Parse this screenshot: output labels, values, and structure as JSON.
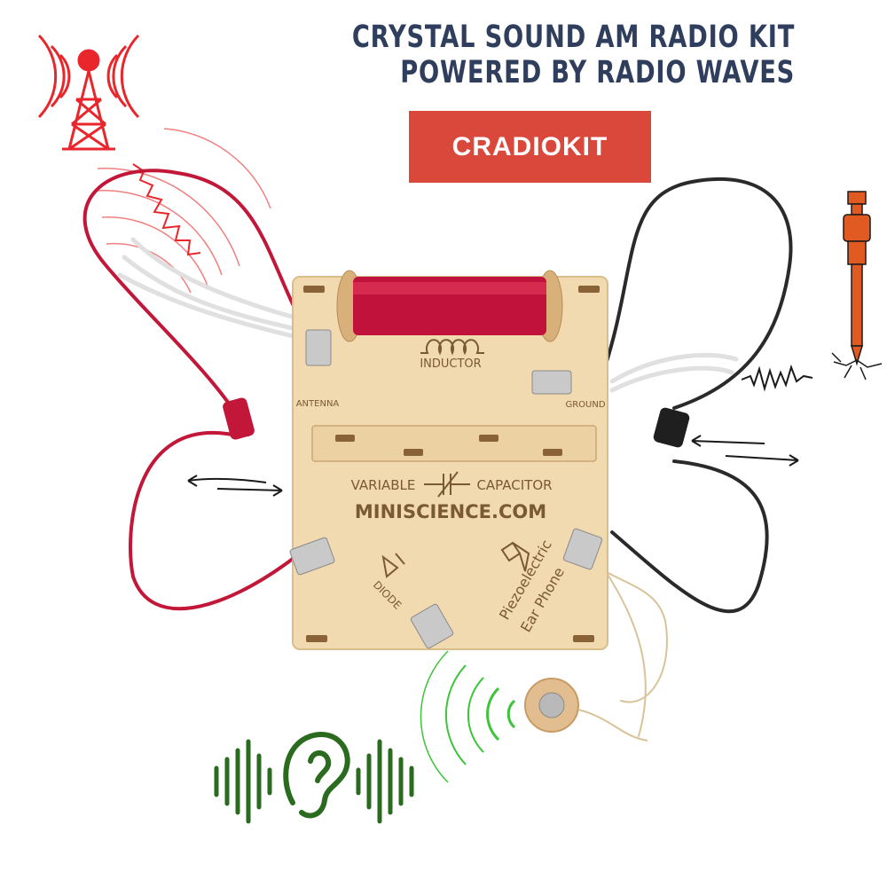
{
  "title": {
    "line1": "CRYSTAL SOUND AM RADIO KIT",
    "line2": "POWERED BY RADIO WAVES"
  },
  "brand_badge": "CRADIOKIT",
  "board": {
    "inductor_label": "INDUCTOR",
    "antenna_label": "ANTENNA",
    "ground_label": "GROUND",
    "capacitor_label_left": "VARIABLE",
    "capacitor_label_right": "CAPACITOR",
    "website": "MINISCIENCE.COM",
    "diode_label": "DIODE",
    "earphone_label_1": "Piezoelectric",
    "earphone_label_2": "Ear Phone"
  },
  "icons": [
    "radio-tower-icon",
    "ground-stake-icon",
    "ear-icon"
  ],
  "colors": {
    "title": "#2e3e5c",
    "badge": "#d9483b",
    "tower": "#e8262b",
    "sound": "#2a6b1f",
    "wave_green": "#3cc43a",
    "board": "#f1d9b0",
    "coil": "#c0123a",
    "stake": "#e05a22"
  }
}
